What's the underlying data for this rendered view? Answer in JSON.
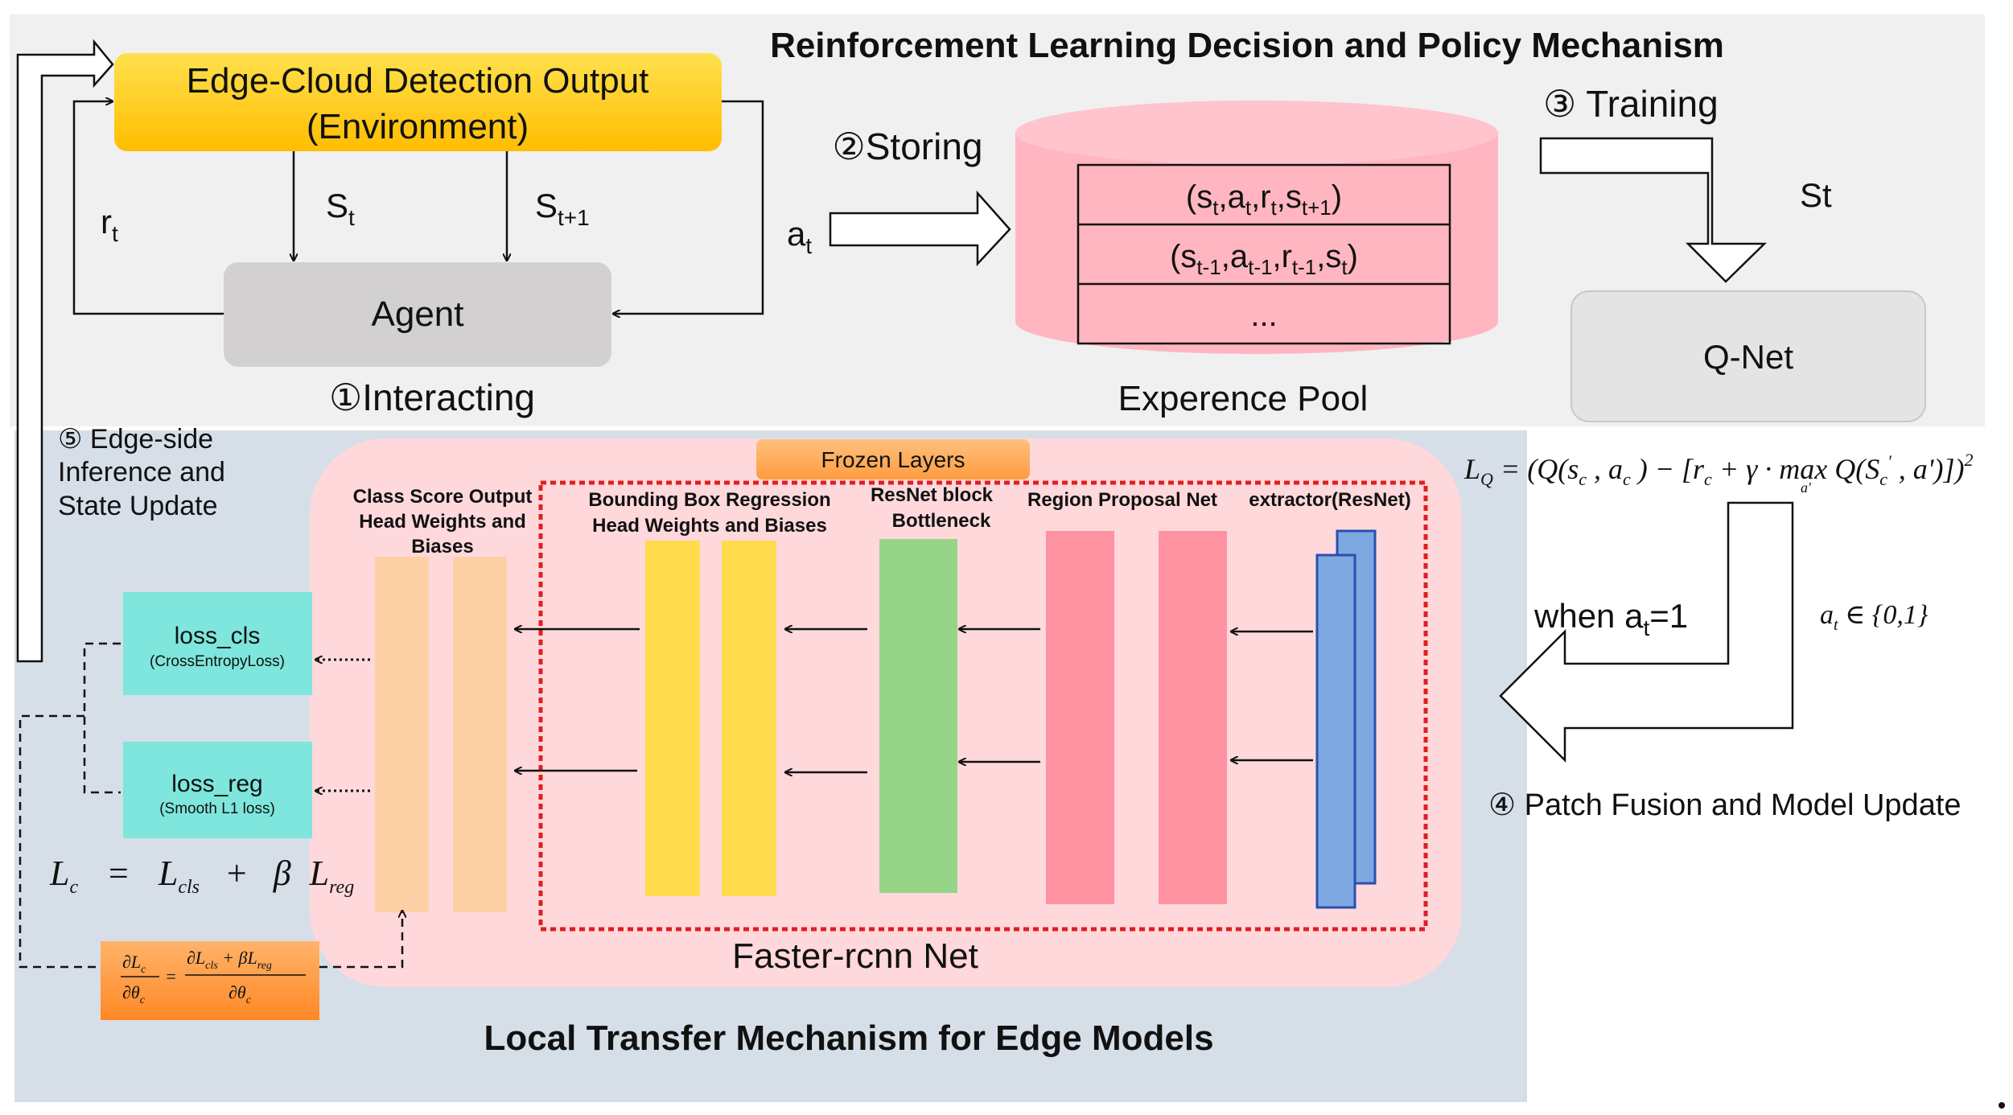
{
  "rl_section": {
    "title": "Reinforcement Learning Decision and Policy Mechanism",
    "environment_line1": "Edge-Cloud Detection Output",
    "environment_line2": "(Environment)",
    "agent": "Agent",
    "reward_label": "r",
    "reward_sub": "t",
    "state_label": "S",
    "state_sub": "t",
    "next_state_label": "S",
    "next_state_sub": "t+1",
    "action_label": "a",
    "action_sub": "t",
    "step1": "①Interacting",
    "step2": "②Storing",
    "step3": "③ Training",
    "experience_pool": "Experence Pool",
    "pool_row3": "...",
    "qnet": "Q-Net",
    "st_label": "St"
  },
  "pool_rows": [
    {
      "p1": "(s",
      "s1": "t",
      "p2": ",a",
      "s2": "t",
      "p3": ",r",
      "s3": "t",
      "p4": ",s",
      "s4": "t+1",
      "p5": ")"
    },
    {
      "p1": "(s",
      "s1": "t-1",
      "p2": ",a",
      "s2": "t-1",
      "p3": ",r",
      "s3": "t-1",
      "p4": ",s",
      "s4": "t",
      "p5": ")"
    }
  ],
  "transfer_section": {
    "title": "Local Transfer Mechanism for Edge Models",
    "step5_line1": "⑤ Edge-side",
    "step5_line2": "Inference and",
    "step5_line3": "State Update",
    "frozen_layers": "Frozen Layers",
    "faster_rcnn": "Faster-rcnn Net",
    "class_head_line1": "Class Score Output",
    "class_head_line2": "Head Weights and",
    "class_head_line3": "Biases",
    "bbox_head_line1": "Bounding Box Regression",
    "bbox_head_line2": "Head Weights and Biases",
    "resnet_block_line1": "ResNet block",
    "resnet_block_line2": "Bottleneck",
    "rpn": "Region Proposal Net",
    "extractor": "extractor(ResNet)",
    "loss_cls": "loss_cls",
    "loss_cls_sub": "(CrossEntropyLoss)",
    "loss_reg": "loss_reg",
    "loss_reg_sub": "(Smooth L1 loss)"
  },
  "formulas": {
    "total_loss": "L_c = L_cls + β L_reg",
    "lc": "L",
    "lc_sub": "c",
    "eq": "=",
    "lcls_sub": "cls",
    "plus": "+",
    "beta": "β",
    "lreg_sub": "reg",
    "grad_num_left": "∂L",
    "grad_num_left_sub": "c",
    "grad_den_left": "∂θ",
    "grad_den_left_sub": "c",
    "grad_num_right": "∂L",
    "grad_num_right_sub1": "cls",
    "grad_num_right_mid": " + βL",
    "grad_num_right_sub2": "reg",
    "grad_den_right": "∂θ",
    "grad_den_right_sub": "c",
    "lq": "L",
    "lq_sub": "Q",
    "lq_rhs1": " = (Q(s",
    "lq_rhs1_sub": "c",
    "lq_rhs2": ", a",
    "lq_rhs2_sub": "c",
    "lq_rhs3": ") − [r",
    "lq_rhs3_sub": "c",
    "lq_rhs4": " + γ · max Q(S",
    "lq_rhs4_sub": "c",
    "lq_rhs4_sup": "'",
    "lq_rhs5": ", a')])",
    "lq_sq": "2",
    "lq_max_sub": "a'",
    "action_set": "a",
    "action_set_sub": "t",
    "action_set_rest": " ∈ {0,1}"
  },
  "fusion": {
    "when_label": "when a",
    "when_sub": "t",
    "when_rest": "=1",
    "step4": "④ Patch Fusion and Model Update"
  },
  "colors": {
    "top_bg": "#f0f0f0",
    "bottom_bg": "#d6dee8",
    "environment_top": "#ffe14d",
    "environment_bottom": "#ffbd00",
    "agent": "#d3d0d2",
    "pool": "#ffb6c1",
    "qnet": "#e4e4e4",
    "faster_rcnn_bg": "#ffd8dc",
    "frozen_label": "#ffa95c",
    "class_head": "#fdd0a6",
    "bbox_head": "#ffdb4d",
    "resnet_block": "#96d587",
    "rpn": "#ff92a1",
    "extractor": "#7ea8e0",
    "loss_box": "#7ee6dc",
    "grad_box": "#ff9a3c",
    "frozen_border": "#e11f1f"
  }
}
